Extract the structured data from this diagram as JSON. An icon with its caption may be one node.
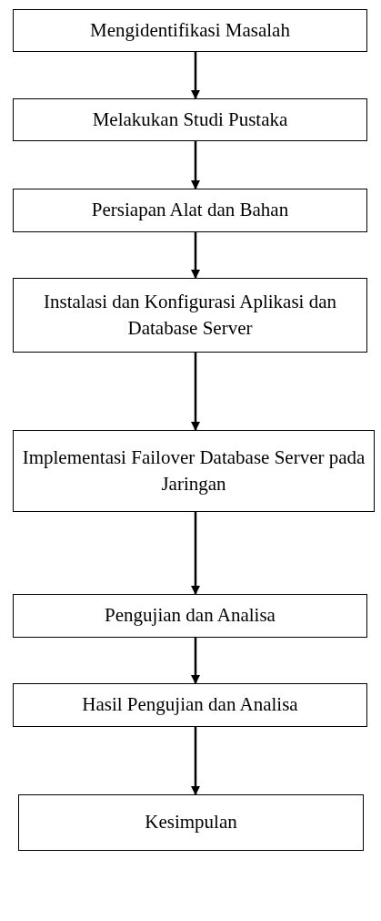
{
  "diagram": {
    "nodes": [
      {
        "text": [
          "Mengidentifikasi Masalah"
        ]
      },
      {
        "text": [
          "Melakukan Studi Pustaka"
        ]
      },
      {
        "text": [
          "Persiapan Alat dan Bahan"
        ]
      },
      {
        "text": [
          "Instalasi dan Konfigurasi Aplikasi dan Database Server"
        ]
      },
      {
        "text": [
          "Implementasi Failover Database Server pada Jaringan"
        ]
      },
      {
        "text": [
          "Pengujian dan Analisa"
        ]
      },
      {
        "text": [
          "Hasil Pengujian dan Analisa"
        ]
      },
      {
        "text": [
          "Kesimpulan"
        ]
      }
    ],
    "edges": [
      {
        "from": 0,
        "to": 1,
        "arrow": "to"
      },
      {
        "from": 1,
        "to": 2,
        "arrow": "to"
      },
      {
        "from": 2,
        "to": 3,
        "arrow": "to"
      },
      {
        "from": 3,
        "to": 4,
        "arrow": "to"
      },
      {
        "from": 4,
        "to": 5,
        "arrow": "to"
      },
      {
        "from": 5,
        "to": 6,
        "arrow": "to"
      },
      {
        "from": 6,
        "to": 7,
        "arrow": "to"
      }
    ]
  }
}
